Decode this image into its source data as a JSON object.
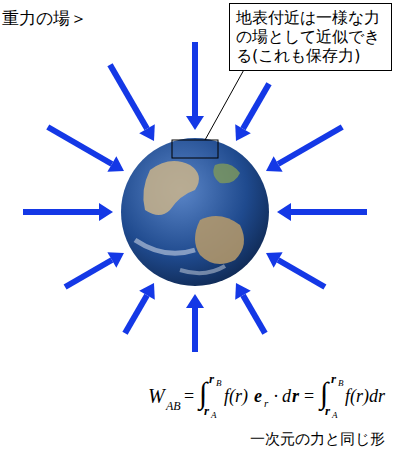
{
  "diagram": {
    "title": "重力の場＞",
    "nodes": [
      {
        "text": [
          "地表付近は一様な力の場として近似できる(これも保存力)"
        ]
      }
    ],
    "labels": [
      "W",
      "AB",
      "=",
      "∫",
      "r",
      "B",
      "r",
      "A",
      "f(r)",
      "e",
      "r",
      "·",
      "d",
      "r",
      "=",
      "∫",
      "r",
      "B",
      "r",
      "A",
      "f(r)dr",
      "一次元の力と同じ形"
    ]
  }
}
